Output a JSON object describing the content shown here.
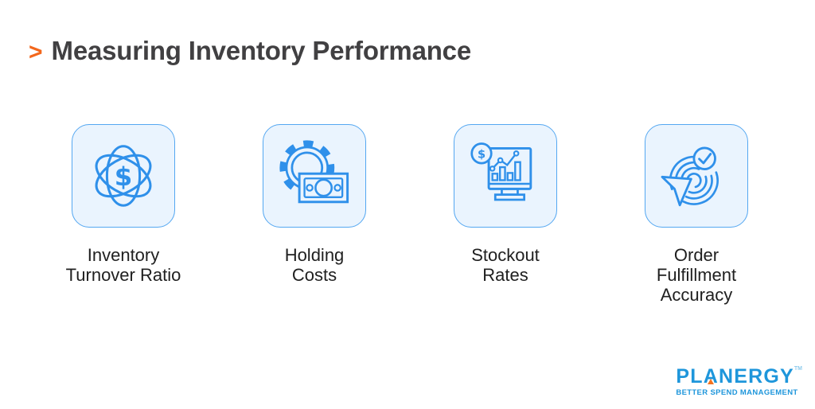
{
  "header": {
    "chevron": ">",
    "title": "Measuring Inventory Performance"
  },
  "cards": [
    {
      "icon": "atom-dollar-icon",
      "dollar": "$",
      "label_lines": [
        "Inventory",
        "Turnover Ratio"
      ]
    },
    {
      "icon": "gear-banknote-icon",
      "label_lines": [
        "Holding",
        "Costs"
      ]
    },
    {
      "icon": "monitor-chart-dollar-icon",
      "dollar": "$",
      "label_lines": [
        "Stockout",
        "Rates"
      ]
    },
    {
      "icon": "target-arrow-check-icon",
      "label_lines": [
        "Order",
        "Fulfillment",
        "Accuracy"
      ]
    }
  ],
  "logo": {
    "part1": "PL",
    "part2": "A",
    "part3": "NERGY",
    "trademark": "TM",
    "tagline": "BETTER SPEND MANAGEMENT"
  },
  "colors": {
    "accent_orange": "#F3671C",
    "title_gray": "#414042",
    "label_dark": "#202020",
    "icon_blue": "#2F90EA",
    "card_background": "#EAF4FE",
    "card_border": "#54A7F1",
    "brand_blue": "#1E96DB",
    "brand_orange": "#F4731F",
    "page_background": "#FFFFFF"
  }
}
